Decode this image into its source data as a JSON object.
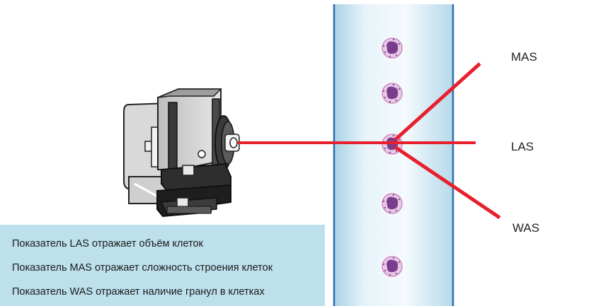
{
  "colors": {
    "laser": "#e8202e",
    "tube_edge": "#2a6cb5",
    "tube_fill": "#d6eaf3",
    "legend_bg": "#bde0ec",
    "cell_nucleus": "#7a3c8c",
    "cell_halo": "#e9c8e6"
  },
  "icons": [
    "laser-source-icon",
    "cell-icon"
  ],
  "beams": {
    "mas_label": "MAS",
    "las_label": "LAS",
    "was_label": "WAS"
  },
  "cells": {
    "count": 5
  },
  "legend": {
    "lines": [
      "Показатель LAS отражает объём клеток",
      "Показатель MAS отражает сложность строения клеток",
      "Показатель WAS отражает наличие гранул в клетках"
    ]
  }
}
